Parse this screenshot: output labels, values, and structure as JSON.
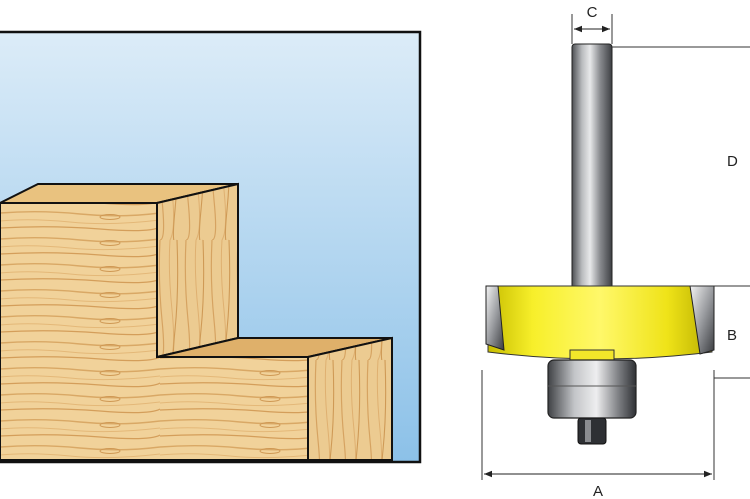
{
  "labels": {
    "a": "A",
    "b": "B",
    "c": "C",
    "d": "D"
  },
  "colors": {
    "sky_top": "#d6e9f7",
    "sky_bottom": "#8fc4ea",
    "wood_light": "#f3d7a0",
    "wood_mid": "#e7bd78",
    "wood_dark": "#c9944e",
    "cutter_yellow": "#f3ea1a",
    "shank_gray": "#8d8f93",
    "outline": "#111111"
  }
}
